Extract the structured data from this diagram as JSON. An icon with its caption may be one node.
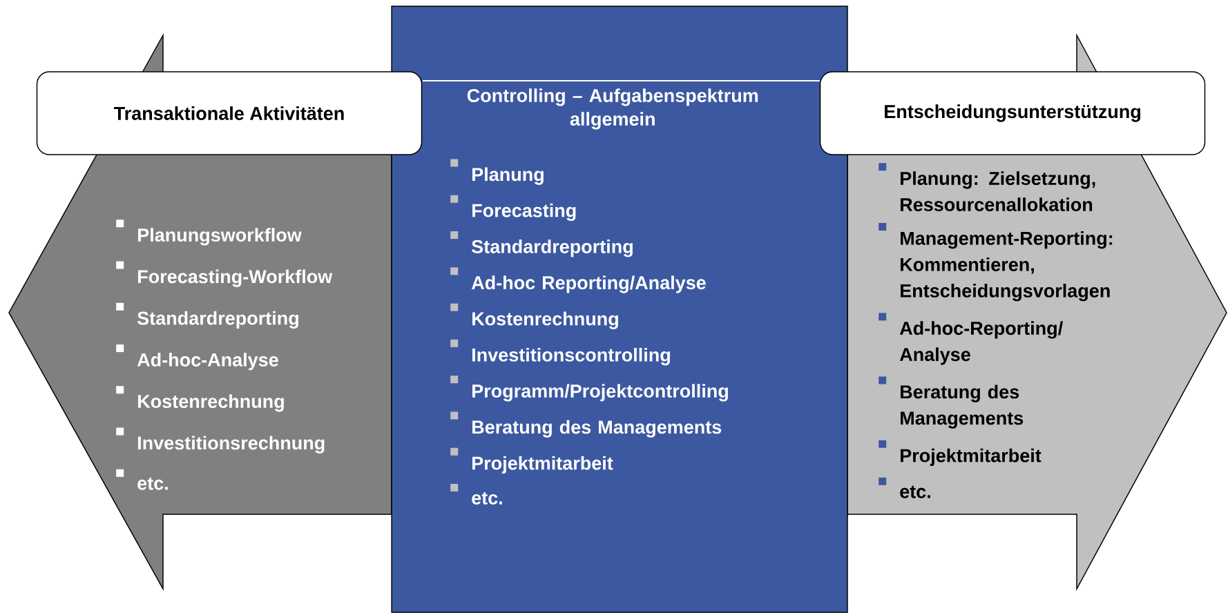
{
  "diagram": {
    "nodes": [
      {
        "text": [
          "Transaktionale Aktivitäten"
        ]
      },
      {
        "text": [
          "Planungsworkflow",
          "Forecasting-Workflow",
          "Standardreporting",
          "Ad-hoc-Analyse",
          "Kostenrechnung",
          "Investitionsrechnung",
          "etc."
        ]
      },
      {
        "text": [
          "Controlling – Aufgabenspektrum allgemein",
          "Planung",
          "Forecasting",
          "Standardreporting",
          "Ad-hoc Reporting/Analyse",
          "Kostenrechnung",
          "Investitionscontrolling",
          "Programm/Projektcontrolling",
          "Beratung des Managements",
          "Projektmitarbeit",
          "etc."
        ]
      },
      {
        "text": [
          "Entscheidungsunterstützung"
        ]
      },
      {
        "text": [
          "Planung: Zielsetzung, Ressourcenallokation",
          "Management-Reporting: Kommentieren, Entscheidungsvorlagen",
          "Ad-hoc-Reporting/ Analyse",
          "Beratung des Managements",
          "Projektmitarbeit",
          "etc."
        ]
      }
    ],
    "edges": []
  }
}
